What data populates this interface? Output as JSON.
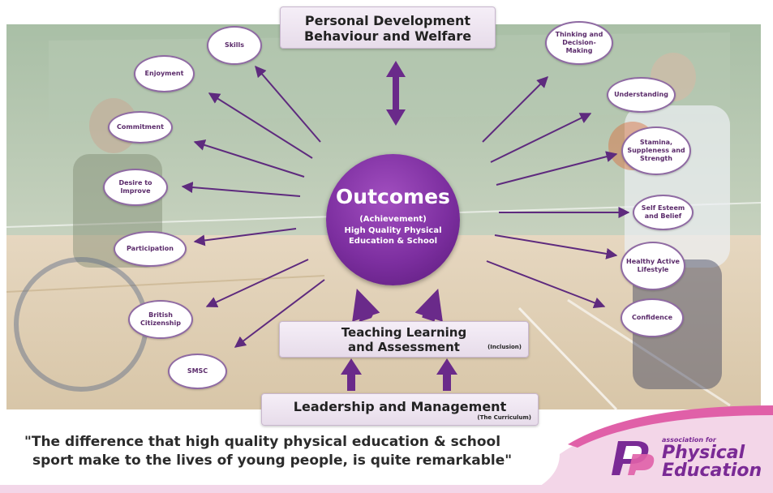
{
  "boxes": {
    "personal_development": {
      "line1": "Personal Development",
      "line2": "Behaviour and Welfare"
    },
    "teaching_learning": {
      "line1": "Teaching Learning",
      "line2": "and Assessment",
      "note": "(Inclusion)"
    },
    "leadership": {
      "line1": "Leadership and Management",
      "note": "(The Curriculum)"
    }
  },
  "center": {
    "title": "Outcomes",
    "subtitle": [
      "(Achievement)",
      "High Quality Physical",
      "Education & School"
    ]
  },
  "outcomes_left": [
    {
      "label": "Skills"
    },
    {
      "label": "Enjoyment"
    },
    {
      "label": "Commitment"
    },
    {
      "label": "Desire to Improve"
    },
    {
      "label": "Participation"
    },
    {
      "label": "British Citizenship"
    },
    {
      "label": "SMSC"
    }
  ],
  "outcomes_right": [
    {
      "label": "Thinking and Decision-Making"
    },
    {
      "label": "Understanding"
    },
    {
      "label": "Stamina, Suppleness and Strength"
    },
    {
      "label": "Self Esteem and Belief"
    },
    {
      "label": "Healthy Active Lifestyle"
    },
    {
      "label": "Confidence"
    }
  ],
  "quote": {
    "line1": "\"The difference that high quality physical education & school",
    "line2": "sport make to the lives of young people, is quite remarkable\""
  },
  "logo": {
    "line1": "association for",
    "line2": "Physical",
    "line3": "Education"
  },
  "colors": {
    "accent": "#7d2fa0",
    "arrow": "#5e2a7e",
    "pink": "#e060a8"
  }
}
